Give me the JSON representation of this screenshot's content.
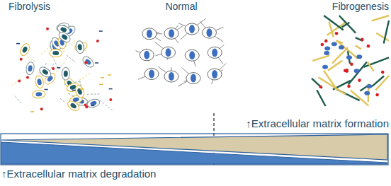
{
  "diagram": {
    "labels": [
      "Fibrolysis",
      "Normal",
      "Fibrogenesis",
      "↑Extracellular matrix formation",
      "↑Extracellular matrix degradation"
    ]
  }
}
